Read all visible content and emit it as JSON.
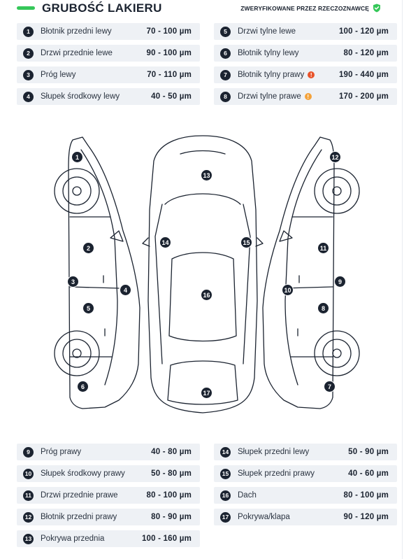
{
  "header": {
    "title": "GRUBOŚĆ LAKIERU",
    "verified_text": "ZWERYFIKOWANE PRZEZ RZECZOZNAWCĘ",
    "accent_color": "#35c759"
  },
  "colors": {
    "dark": "#1b2330",
    "warn_red": "#e8532a",
    "warn_orange": "#f4a23a",
    "row_bg": "#eef1f5"
  },
  "measurements_top": [
    {
      "num": "1",
      "label": "Błotnik przedni lewy",
      "value": "70 - 100 µm"
    },
    {
      "num": "5",
      "label": "Drzwi tylne lewe",
      "value": "100 - 120 µm"
    },
    {
      "num": "2",
      "label": "Drzwi przednie lewe",
      "value": "90 - 100 µm"
    },
    {
      "num": "6",
      "label": "Błotnik tylny lewy",
      "value": "80 - 120 µm"
    },
    {
      "num": "3",
      "label": "Próg lewy",
      "value": "70 - 110 µm"
    },
    {
      "num": "7",
      "label": "Błotnik tylny prawy",
      "value": "190 - 440 µm",
      "warning": "red"
    },
    {
      "num": "4",
      "label": "Słupek środkowy lewy",
      "value": "40 - 50 µm"
    },
    {
      "num": "8",
      "label": "Drzwi tylne prawe",
      "value": "170 - 200 µm",
      "warning": "orange"
    }
  ],
  "measurements_bottom": [
    {
      "num": "9",
      "label": "Próg prawy",
      "value": "40 - 80 µm"
    },
    {
      "num": "14",
      "label": "Słupek przedni lewy",
      "value": "50 - 90 µm"
    },
    {
      "num": "10",
      "label": "Słupek środkowy prawy",
      "value": "50 - 80 µm"
    },
    {
      "num": "15",
      "label": "Słupek przedni prawy",
      "value": "40 - 60 µm"
    },
    {
      "num": "11",
      "label": "Drzwi przednie prawe",
      "value": "80 - 100 µm"
    },
    {
      "num": "16",
      "label": "Dach",
      "value": "80 - 100 µm"
    },
    {
      "num": "12",
      "label": "Błotnik przedni prawy",
      "value": "80 - 90 µm"
    },
    {
      "num": "17",
      "label": "Pokrywa/klapa",
      "value": "90 - 120 µm"
    },
    {
      "num": "13",
      "label": "Pokrywa przednia",
      "value": "100 - 160 µm"
    }
  ],
  "diagram_markers": [
    "1",
    "2",
    "3",
    "4",
    "5",
    "6",
    "7",
    "8",
    "9",
    "10",
    "11",
    "12",
    "13",
    "14",
    "15",
    "16",
    "17"
  ]
}
